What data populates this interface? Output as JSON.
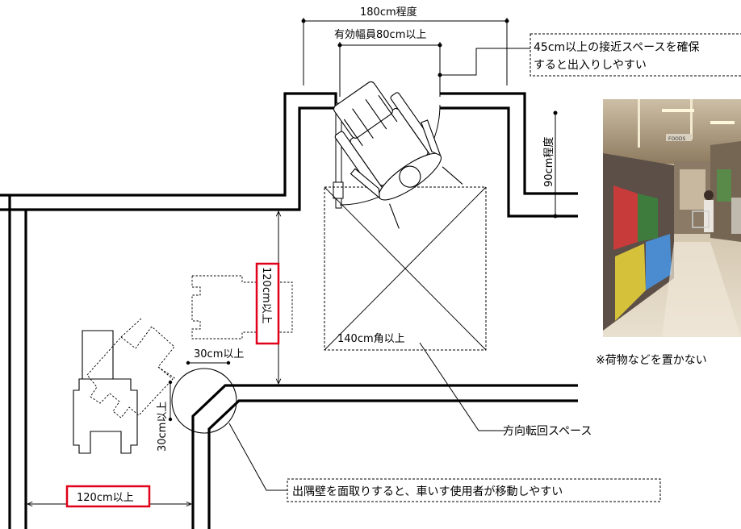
{
  "diagram": {
    "labels": {
      "door_total_width": "180cm程度",
      "door_effective_width": "有効幅員80cm以上",
      "approach_space_note_line1": "45cm以上の接近スペースを確保",
      "approach_space_note_line2": "すると出入りしやすい",
      "wall_depth": "90cm程度",
      "corridor_width_vertical": "120cm以上",
      "turning_square": "140cm角以上",
      "chamfer_horizontal": "30cm以上",
      "chamfer_vertical": "30cm以上",
      "turning_space": "方向転回スペース",
      "corridor_width_horizontal": "120cm以上",
      "chamfer_note": "出隅壁を面取りすると、車いす使用者が移動しやすい"
    },
    "photo": {
      "store_sign": "FOODS",
      "caption": "※荷物などを置かない"
    },
    "colors": {
      "highlight_box": "#e0001b",
      "wall": "#000000"
    }
  }
}
